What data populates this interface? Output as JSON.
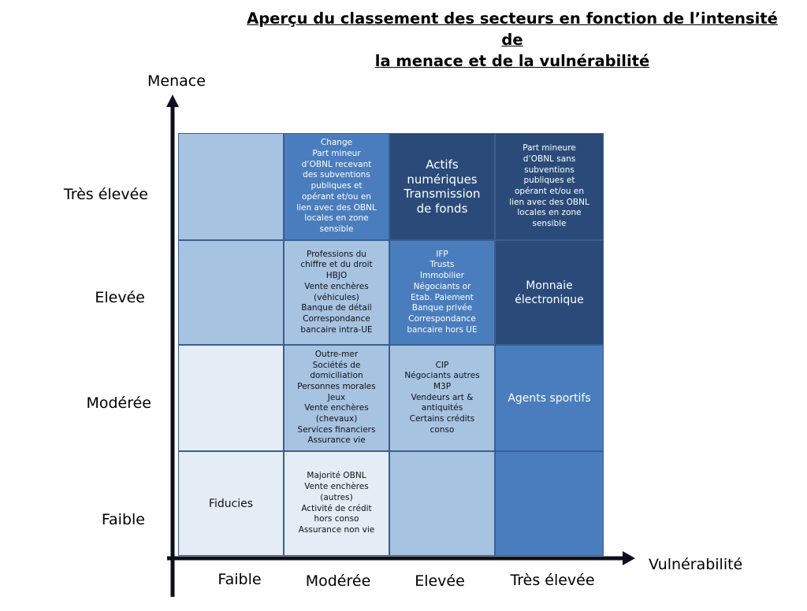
{
  "title": "Aperçu du classement des secteurs en fonction de l’intensité de\nla menace et de la vulnérabilité",
  "axes": {
    "y_title": "Menace",
    "x_title": "Vulnérabilité",
    "y_levels": [
      "Très élevée",
      "Elevée",
      "Modérée",
      "Faible"
    ],
    "x_levels": [
      "Faible",
      "Modérée",
      "Elevée",
      "Très élevée"
    ]
  },
  "colors": {
    "very_light": "#e4ecf6",
    "light": "#a7c3e2",
    "medium": "#4a7dbd",
    "dark": "#2a4b7a",
    "border": "#3a5f8f"
  },
  "grid": [
    [
      {
        "text": "",
        "shade": "light"
      },
      {
        "text": "Change\nPart mineur\nd’OBNL recevant\ndes subventions\npubliques et\nopérant et/ou en\nlien avec des OBNL\nlocales en zone\nsensible",
        "shade": "medium"
      },
      {
        "text": "Actifs\nnumériques\nTransmission\nde fonds",
        "shade": "dark"
      },
      {
        "text": "Part mineure\nd’OBNL sans\nsubventions\npubliques et\nopérant et/ou en\nlien avec des OBNL\nlocales en zone\nsensible",
        "shade": "dark"
      }
    ],
    [
      {
        "text": "",
        "shade": "light"
      },
      {
        "text": "Professions du\nchiffre et du droit\nHBJO\nVente enchères\n(véhicules)\nBanque de détail\nCorrespondance\nbancaire intra-UE",
        "shade": "light"
      },
      {
        "text": "IFP\nTrusts\nImmobilier\nNégociants or\nEtab. Paiement\nBanque privée\nCorrespondance\nbancaire hors UE",
        "shade": "medium"
      },
      {
        "text": "Monnaie\nélectronique",
        "shade": "dark"
      }
    ],
    [
      {
        "text": "",
        "shade": "very_light"
      },
      {
        "text": "Outre-mer\nSociétés de\ndomiciliation\nPersonnes morales\nJeux\nVente enchères\n(chevaux)\nServices financiers\nAssurance vie",
        "shade": "light"
      },
      {
        "text": "CIP\nNégociants autres\nM3P\nVendeurs art &\nantiquités\nCertains crédits\nconso",
        "shade": "light"
      },
      {
        "text": "Agents sportifs",
        "shade": "medium"
      }
    ],
    [
      {
        "text": "Fiducies",
        "shade": "very_light"
      },
      {
        "text": "Majorité OBNL\nVente enchères\n(autres)\nActivité de crédit\nhors conso\nAssurance non vie",
        "shade": "very_light"
      },
      {
        "text": "",
        "shade": "light"
      },
      {
        "text": "",
        "shade": "medium"
      }
    ]
  ]
}
